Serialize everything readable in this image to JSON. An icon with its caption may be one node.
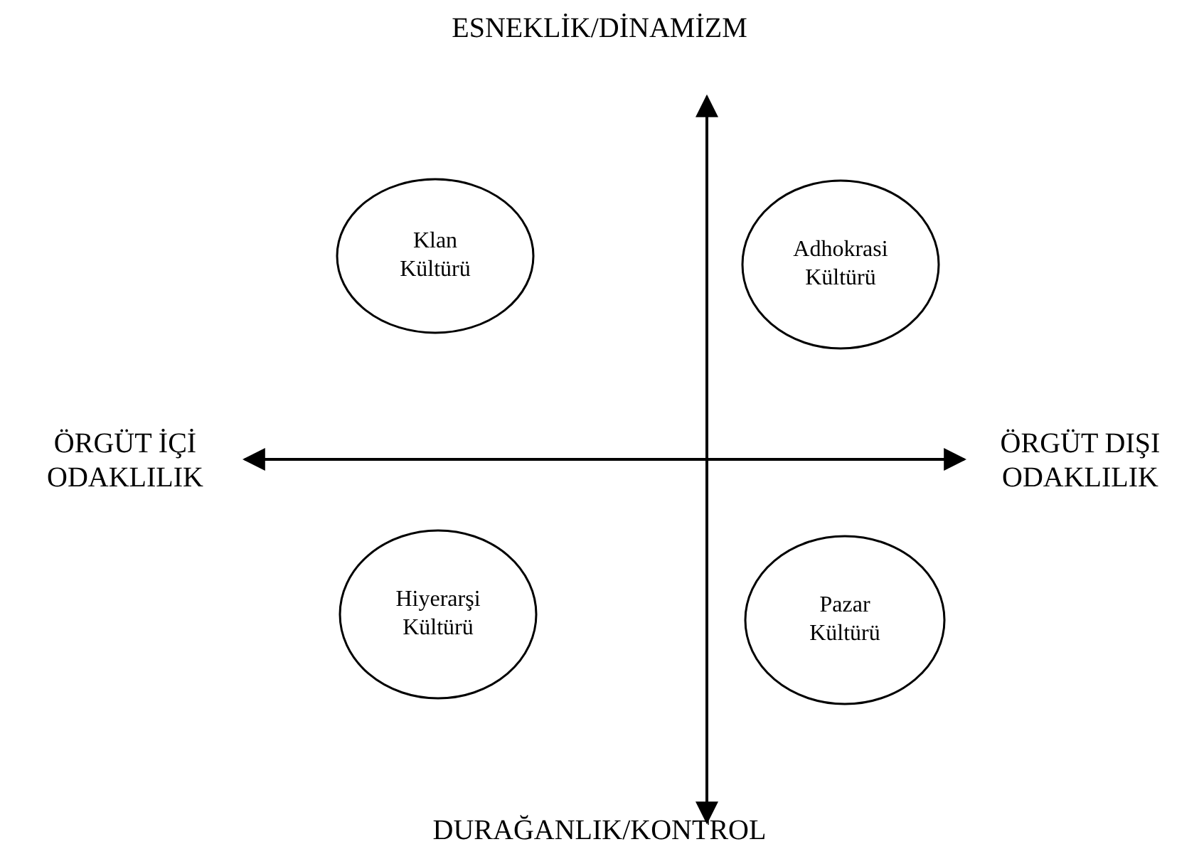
{
  "diagram": {
    "nodes": [
      {
        "text": [
          "Klan Kültürü"
        ]
      },
      {
        "text": [
          "Adhokrasi Kültürü"
        ]
      },
      {
        "text": [
          "Hiyerarşi Kültürü"
        ]
      },
      {
        "text": [
          "Pazar Kültürü"
        ]
      }
    ],
    "labels": [
      "ESNEKLİK/DİNAMİZM",
      "ÖRGÜT İÇİ ODAKLILIK",
      "ÖRGÜT DIŞI ODAKLILIK",
      "DURAĞANLIK/KONTROL"
    ]
  }
}
